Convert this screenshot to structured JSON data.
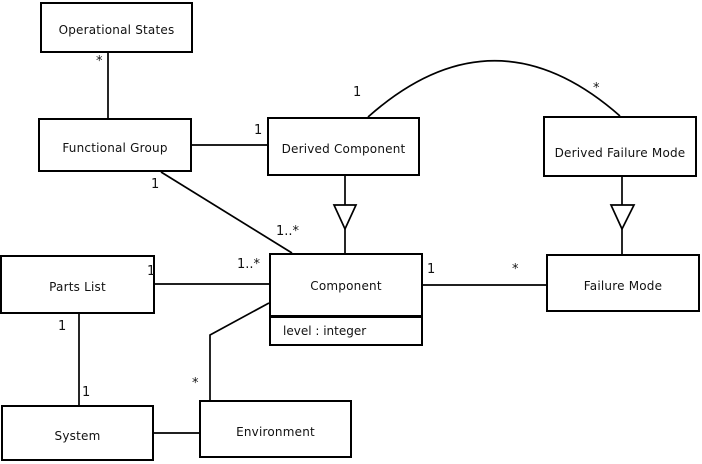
{
  "classes": {
    "operational_states": {
      "label": "Operational States"
    },
    "functional_group": {
      "label": "Functional Group"
    },
    "derived_component": {
      "label": "Derived Component"
    },
    "derived_failure_mode": {
      "label": "Derived Failure Mode"
    },
    "parts_list": {
      "label": "Parts List"
    },
    "component": {
      "label": "Component",
      "attribute": "level : integer"
    },
    "failure_mode": {
      "label": "Failure Mode"
    },
    "system": {
      "label": "System"
    },
    "environment": {
      "label": "Environment"
    }
  },
  "multiplicities": {
    "op_states": "*",
    "fg_dc": "1",
    "fg_component": "1",
    "dc_arc": "1",
    "dfm_arc": "*",
    "component_fg": "1..*",
    "component_parts": "1..*",
    "parts_side": "1",
    "component_fm": "1",
    "fm_side": "*",
    "parts_system": "1",
    "system_side": "1",
    "env_side": "*"
  },
  "relationships": [
    {
      "from": "Operational States",
      "to": "Functional Group",
      "kind": "association",
      "from_mult": "*"
    },
    {
      "from": "Functional Group",
      "to": "Derived Component",
      "kind": "association",
      "to_mult": "1"
    },
    {
      "from": "Functional Group",
      "to": "Component",
      "kind": "association",
      "from_mult": "1",
      "to_mult": "1..*"
    },
    {
      "from": "Derived Component",
      "to": "Derived Failure Mode",
      "kind": "association",
      "from_mult": "1",
      "to_mult": "*"
    },
    {
      "from": "Derived Component",
      "to": "Component",
      "kind": "generalization"
    },
    {
      "from": "Derived Failure Mode",
      "to": "Failure Mode",
      "kind": "generalization"
    },
    {
      "from": "Parts List",
      "to": "Component",
      "kind": "association",
      "from_mult": "1",
      "to_mult": "1..*"
    },
    {
      "from": "Component",
      "to": "Failure Mode",
      "kind": "association",
      "from_mult": "1",
      "to_mult": "*"
    },
    {
      "from": "Parts List",
      "to": "System",
      "kind": "association",
      "from_mult": "1",
      "to_mult": "1"
    },
    {
      "from": "System",
      "to": "Environment",
      "kind": "association"
    },
    {
      "from": "Component",
      "to": "Environment",
      "kind": "association",
      "to_mult": "*"
    }
  ],
  "colors": {
    "background": "#ffffff",
    "line": "#000000",
    "box_fill": "#ffffff",
    "text": "#111111"
  }
}
